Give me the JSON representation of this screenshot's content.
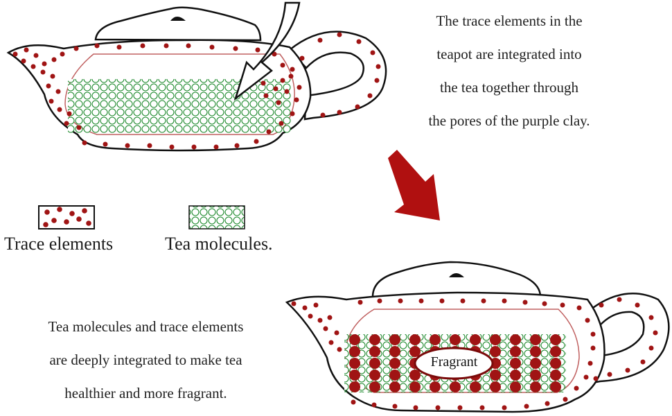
{
  "top_caption": {
    "lines": [
      "The trace elements in the",
      "teapot are integrated into",
      "the tea together through",
      "the pores of the purple clay."
    ]
  },
  "legend": {
    "trace_label": "Trace elements",
    "tea_label": "Tea molecules."
  },
  "bottom_caption": {
    "lines": [
      "Tea molecules and trace elements",
      "are deeply integrated to make tea",
      "healthier and more fragrant."
    ]
  },
  "bottom_teapot": {
    "center_label": "Fragrant"
  },
  "colors": {
    "trace_element": "#a01414",
    "tea_molecule": "#1f8a2e",
    "teapot_outline": "#111111",
    "chamber_outline": "#c06060",
    "process_arrow": "#b01010"
  }
}
